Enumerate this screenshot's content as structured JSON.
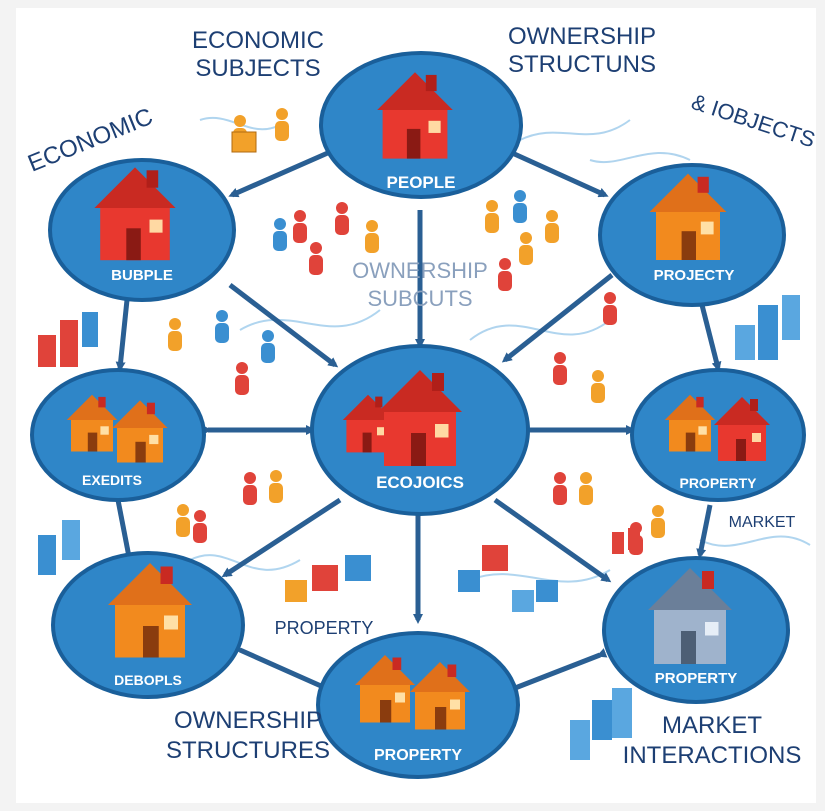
{
  "labels": {
    "top_left_1": "ECONOMIC",
    "top_left_2": "SUBJECTS",
    "top_right_1": "OWNERSHIP",
    "top_right_2": "STRUCTUNS",
    "upper_left_curve": "ECONOMIC",
    "upper_right_curve": "& IOBJECTS",
    "center_upper_1": "OWNERSHIP",
    "center_upper_2": "SUBCUTS",
    "property_mid": "PROPERTY",
    "market_right": "MARKET",
    "bottom_left_1": "OWNERSHIP",
    "bottom_left_2": "STRUCTURES",
    "bottom_right_1": "MARKET",
    "bottom_right_2": "INTERACTIONS"
  },
  "nodes": {
    "top": "PEOPLE",
    "upper_left": "BUBPLE",
    "upper_right": "PROJECTY",
    "mid_left": "EXEDITS",
    "center": "ECOJOICS",
    "mid_right": "PROPERTY",
    "lower_left": "DEBOPLS",
    "bottom": "PROPERTY",
    "lower_right": "PROPERTY"
  },
  "colors": {
    "node_fill": "#2f86c8",
    "node_ring": "#1a5f9a",
    "arrow": "#2a5f93",
    "house_red": "#e8382f",
    "house_orange": "#f28a1e",
    "house_gray": "#8fa6c2",
    "person_blue": "#3a8fd1",
    "person_orange": "#f2a12a",
    "person_red": "#e0433a"
  }
}
